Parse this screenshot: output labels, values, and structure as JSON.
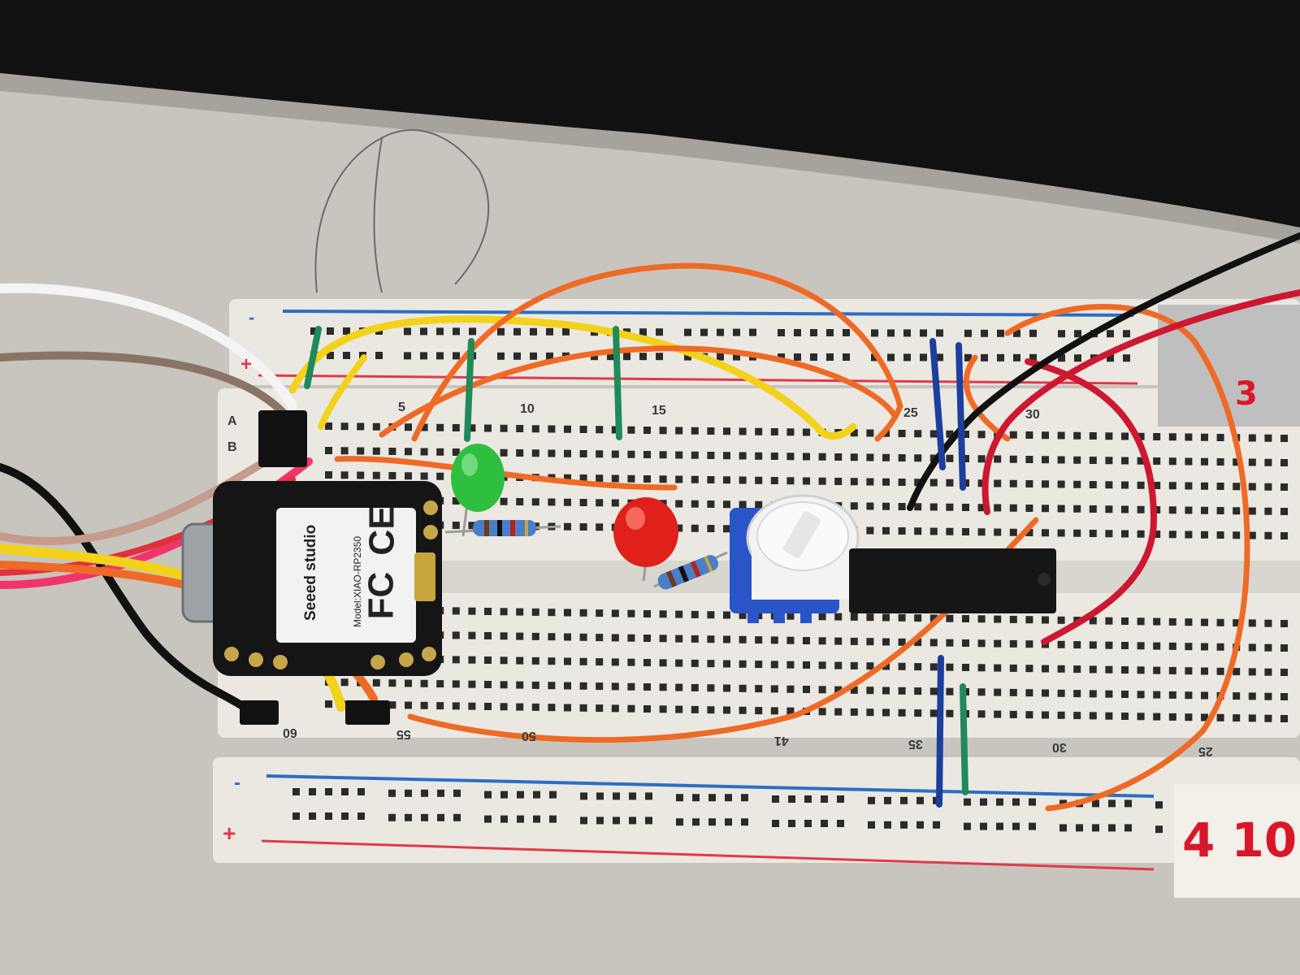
{
  "breadboard": {
    "column_numbers_top": [
      "5",
      "10",
      "15",
      "25",
      "30"
    ],
    "column_numbers_bottom": [
      "60",
      "55",
      "50",
      "41",
      "35",
      "30",
      "25"
    ],
    "row_letters": [
      "A",
      "B"
    ],
    "rail_minus": "-",
    "rail_plus": "+"
  },
  "microcontroller": {
    "brand": "Seeed studio",
    "model": "Model:XIAO-RP2350",
    "marks": [
      "CE",
      "FC"
    ]
  },
  "sticky_notes": {
    "bottom_right": "4 10",
    "top_right": "3"
  },
  "colors": {
    "board": "#ece9e2",
    "blue_rail": "#2a6fc2",
    "red_rail": "#e0394a",
    "orange_wire": "#ee6a26",
    "yellow_wire": "#f2d21b",
    "green_led": "#2fbf3e",
    "red_led": "#e0201a",
    "pot_blue": "#2a55c8"
  }
}
